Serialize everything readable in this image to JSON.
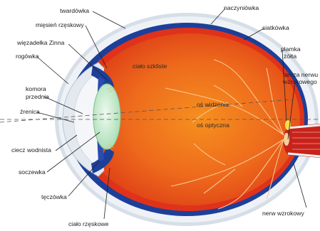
{
  "labels": {
    "twardowka": "twardówka",
    "miesien_rzeskowy": "mięsień rzęskowy",
    "wiezadelka_zinna": "więzadełka Zinna",
    "rogowka": "rogówka",
    "komora_przednia_1": "komora",
    "komora_przednia_2": "przednia",
    "zrenica": "źrenica",
    "ciecz_wodnista": "ciecz wodnista",
    "soczewka": "soczewka",
    "teczowka": "tęczówka",
    "cialo_rzeskowe": "ciało rzęskowe",
    "naczyniowka": "naczyniówka",
    "siatkowka": "siatkówka",
    "plamka_zolta_1": "plamka",
    "plamka_zolta_2": "żółta",
    "tarcza_nerwu_1": "tarcza nerwu",
    "tarcza_nerwu_2": "wzrokowego",
    "nerw_wzrokowy": "nerw wzrokowy",
    "cialo_szkliste": "ciało szkliste",
    "os_widzenia": "oś widzenia",
    "os_optyczna": "oś optyczna"
  },
  "colors": {
    "sclera_outer": "#cfd8e4",
    "sclera_inner": "#e9eef4",
    "choroid": "#1d3f9a",
    "retina": "#e8331a",
    "vitreous": "#ee6a1c",
    "vessels": "#f5c68a",
    "lens": "#c9eed0",
    "iris": "#1d3f9a",
    "nerve": "#c8231a",
    "text": "#222222"
  }
}
